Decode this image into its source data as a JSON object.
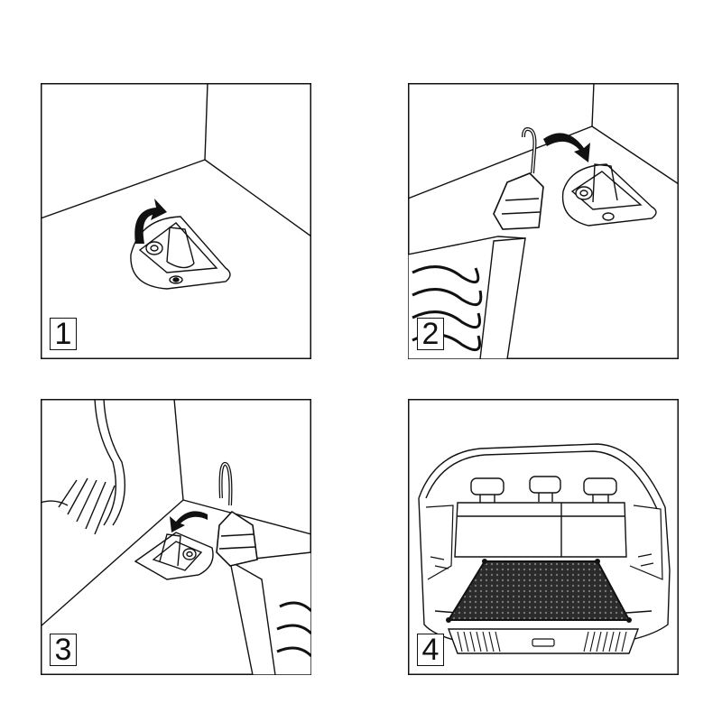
{
  "steps": [
    {
      "number": "1"
    },
    {
      "number": "2"
    },
    {
      "number": "3"
    },
    {
      "number": "4"
    }
  ],
  "colors": {
    "line": "#111111",
    "background": "#ffffff",
    "net": "#2b2b2b"
  }
}
